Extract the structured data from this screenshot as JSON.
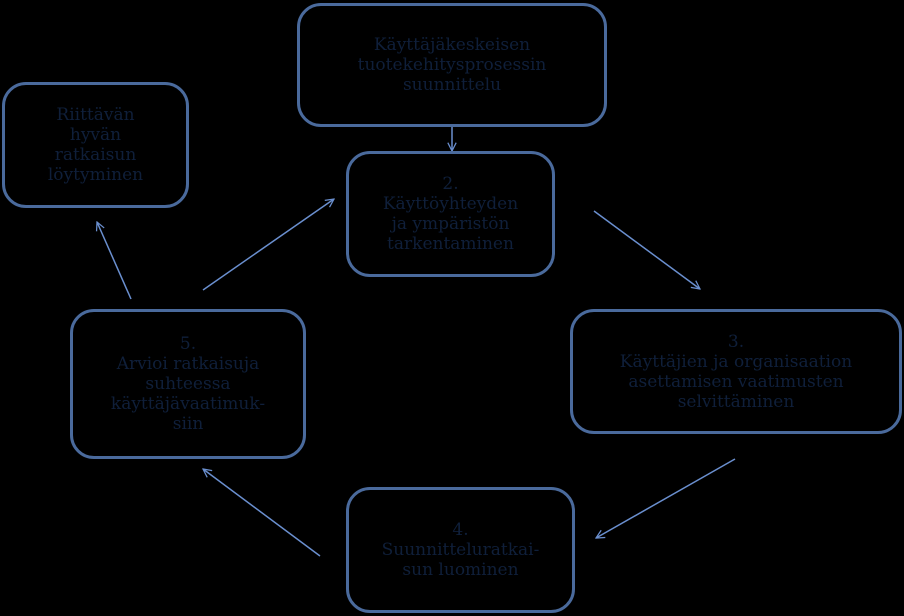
{
  "colors": {
    "background": "#000000",
    "box_border": "#4a6a9c",
    "text": "#0f1f3a",
    "arrow": "#6a8fcf"
  },
  "nodes": {
    "top": {
      "lines": [
        "Käyttäjäkeskeisen",
        "tuotekehitysprosessin",
        "suunnittelu"
      ]
    },
    "step2": {
      "lines": [
        "2.",
        "Käyttöyhteyden",
        "ja ympäristön",
        "tarkentaminen"
      ]
    },
    "step3": {
      "lines": [
        "3.",
        "Käyttäjien ja organisaation",
        "asettamisen vaatimusten",
        "selvittäminen"
      ]
    },
    "step4": {
      "lines": [
        "4.",
        "Suunnitteluratkai-",
        "sun luominen"
      ]
    },
    "step5": {
      "lines": [
        "5.",
        "Arvioi ratkaisuja",
        "suhteessa",
        "käyttäjävaatimuk-",
        "siin"
      ]
    },
    "solution": {
      "lines": [
        "Riittävän",
        "hyvän",
        "ratkaisun",
        "löytyminen"
      ]
    }
  }
}
